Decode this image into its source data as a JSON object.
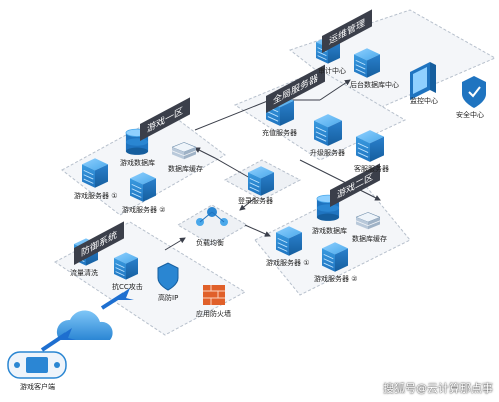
{
  "zones": {
    "ops": {
      "title": "运维管理",
      "items": [
        "审计中心",
        "后台数据库中心",
        "监控中心",
        "安全中心"
      ]
    },
    "global": {
      "title": "全局服务器",
      "items": [
        "充值服务器",
        "升级服务器",
        "客服服务器"
      ]
    },
    "zone1": {
      "title": "游戏一区",
      "items": [
        "游戏数据库",
        "数据库缓存",
        "游戏服务器 ①",
        "游戏服务器 ②"
      ]
    },
    "zone2": {
      "title": "游戏二区",
      "items": [
        "游戏数据库",
        "数据库缓存",
        "游戏服务器 ①",
        "游戏服务器 ②"
      ]
    },
    "defense": {
      "title": "防御系统",
      "items": [
        "流量清洗",
        "抗CC攻击",
        "高防IP",
        "应用防火墙"
      ]
    },
    "center": {
      "login": "登录服务器",
      "balance": "负载均衡"
    },
    "client": {
      "label": "游戏客户端"
    }
  },
  "watermark": "搜狐号@云计算那点事",
  "colors": {
    "server": "#2f8fd6",
    "database": "#1f74c0",
    "arrow": "#1e6fd0",
    "banner": "#3b3f4a",
    "firewall": "#e0602a"
  },
  "icons": [
    "server-icon",
    "database-icon",
    "shield-icon",
    "monitor-icon",
    "firewall-icon",
    "cloud-icon",
    "gamepad-icon",
    "arrow-icon"
  ]
}
